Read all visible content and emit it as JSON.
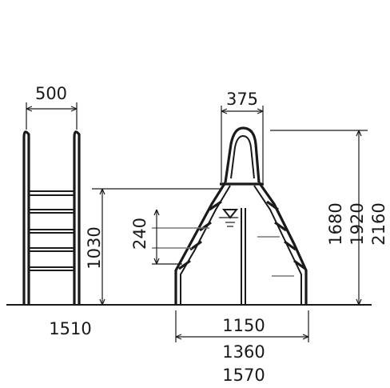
{
  "dimensions": {
    "ladder_width": "500",
    "ladder_height": "1030",
    "ladder_depth": "1510",
    "top_width": "375",
    "step_rise": "240",
    "heights": [
      "1680",
      "1920",
      "2160"
    ],
    "base_widths": [
      "1150",
      "1360",
      "1570"
    ]
  },
  "colors": {
    "ink": "#1a1a1a",
    "background": "#ffffff"
  }
}
